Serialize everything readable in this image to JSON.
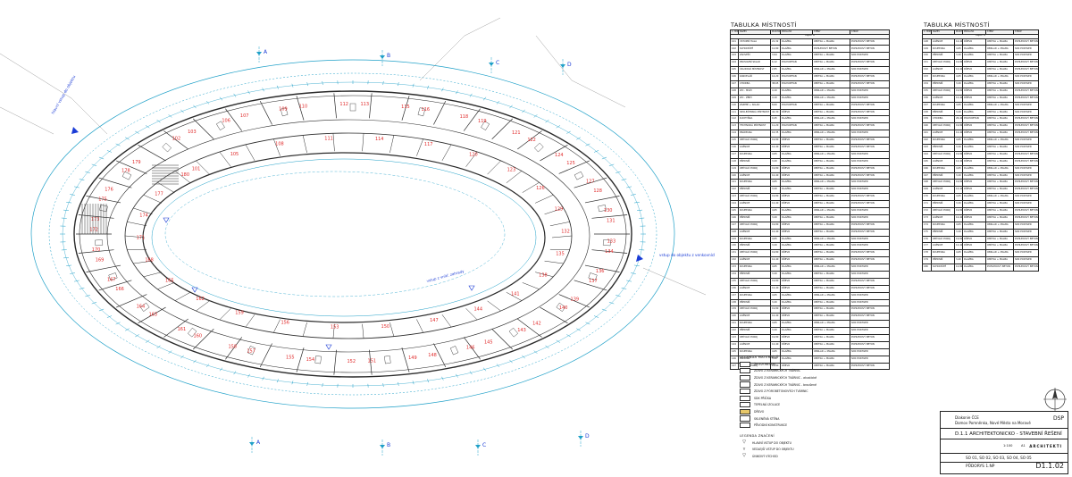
{
  "room_tables": [
    {
      "title": "TABULKA MÍSTNOSTÍ",
      "headers": [
        "Č. MÍSTN.",
        "NÁZEV",
        "PLOCHA",
        "PODLAHA",
        "STĚNY",
        "STROP"
      ],
      "section_label": "OBJEKT M",
      "rows": [
        [
          "101",
          "VSTUPNÍ HALA",
          "21,32",
          "DLAŽBA",
          "OMÍTKA + MALBA",
          "POHLEDOVÝ BETON"
        ],
        [
          "102",
          "SCHODIŠTĚ",
          "12,80",
          "DLAŽBA",
          "POHLEDOVÝ BETON",
          "POHLEDOVÝ BETON"
        ],
        [
          "103",
          "ZÁDVEŘÍ",
          "3,94",
          "DLAŽBA",
          "OMÍTKA + MALBA",
          "SDK PODHLED"
        ],
        [
          "104",
          "PROVOZNÍ SKLAD",
          "6,12",
          "POLYURETAN",
          "OMÍTKA + MALBA",
          "POHLEDOVÝ BETON"
        ],
        [
          "105",
          "ÚKLIDOVÁ MÍSTNOST",
          "2,85",
          "DLAŽBA",
          "OBKLAD + MALBA",
          "SDK PODHLED"
        ],
        [
          "106",
          "KANCELÁŘ",
          "14,20",
          "POLYURETAN",
          "OMÍTKA + MALBA",
          "POHLEDOVÝ BETON"
        ],
        [
          "107",
          "CHODBA",
          "38,65",
          "POLYURETAN",
          "OMÍTKA + MALBA",
          "POHLEDOVÝ BETON"
        ],
        [
          "108",
          "WC - MUŽI",
          "4,10",
          "DLAŽBA",
          "OBKLAD + MALBA",
          "SDK PODHLED"
        ],
        [
          "109",
          "WC - ŽENY",
          "4,10",
          "DLAŽBA",
          "OBKLAD + MALBA",
          "SDK PODHLED"
        ],
        [
          "110",
          "ZÁZEMÍ + SKLAD",
          "8,60",
          "POLYURETAN",
          "OMÍTKA + MALBA",
          "POHLEDOVÝ BETON"
        ],
        [
          "111",
          "SPOLEČENSKÁ MÍSTNOST",
          "42,30",
          "DŘEVO",
          "OMÍTKA + MALBA",
          "POHLEDOVÝ BETON"
        ],
        [
          "112",
          "KUCHYŇKA",
          "9,45",
          "DLAŽBA",
          "OBKLAD + MALBA",
          "SDK PODHLED"
        ],
        [
          "113",
          "TECHNICKÁ MÍSTNOST",
          "11,20",
          "POLYURETAN",
          "OMÍTKA + MALBA",
          "POHLEDOVÝ BETON"
        ],
        [
          "114",
          "PRÁDELNA",
          "10,35",
          "DLAŽBA",
          "OBKLAD + MALBA",
          "SDK PODHLED"
        ],
        [
          "115",
          "OBÝVACÍ POKOJ",
          "19,80",
          "DŘEVO",
          "OMÍTKA + MALBA",
          "POHLEDOVÝ BETON"
        ],
        [
          "116",
          "LOŽNICE",
          "12,40",
          "DŘEVO",
          "OMÍTKA + MALBA",
          "POHLEDOVÝ BETON"
        ],
        [
          "117",
          "KOUPELNA",
          "4,65",
          "DLAŽBA",
          "OBKLAD + MALBA",
          "SDK PODHLED"
        ],
        [
          "118",
          "PŘEDSÍŇ",
          "3,20",
          "DLAŽBA",
          "OMÍTKA + MALBA",
          "SDK PODHLED"
        ],
        [
          "119",
          "OBÝVACÍ POKOJ",
          "19,80",
          "DŘEVO",
          "OMÍTKA + MALBA",
          "POHLEDOVÝ BETON"
        ],
        [
          "120",
          "LOŽNICE",
          "12,40",
          "DŘEVO",
          "OMÍTKA + MALBA",
          "POHLEDOVÝ BETON"
        ],
        [
          "121",
          "KOUPELNA",
          "4,65",
          "DLAŽBA",
          "OBKLAD + MALBA",
          "SDK PODHLED"
        ],
        [
          "122",
          "PŘEDSÍŇ",
          "3,20",
          "DLAŽBA",
          "OMÍTKA + MALBA",
          "SDK PODHLED"
        ],
        [
          "123",
          "OBÝVACÍ POKOJ",
          "19,80",
          "DŘEVO",
          "OMÍTKA + MALBA",
          "POHLEDOVÝ BETON"
        ],
        [
          "124",
          "LOŽNICE",
          "12,40",
          "DŘEVO",
          "OMÍTKA + MALBA",
          "POHLEDOVÝ BETON"
        ],
        [
          "125",
          "KOUPELNA",
          "4,65",
          "DLAŽBA",
          "OBKLAD + MALBA",
          "SDK PODHLED"
        ],
        [
          "126",
          "PŘEDSÍŇ",
          "3,20",
          "DLAŽBA",
          "OMÍTKA + MALBA",
          "SDK PODHLED"
        ],
        [
          "127",
          "OBÝVACÍ POKOJ",
          "19,80",
          "DŘEVO",
          "OMÍTKA + MALBA",
          "POHLEDOVÝ BETON"
        ],
        [
          "128",
          "LOŽNICE",
          "12,40",
          "DŘEVO",
          "OMÍTKA + MALBA",
          "POHLEDOVÝ BETON"
        ],
        [
          "129",
          "KOUPELNA",
          "4,65",
          "DLAŽBA",
          "OBKLAD + MALBA",
          "SDK PODHLED"
        ],
        [
          "130",
          "PŘEDSÍŇ",
          "3,20",
          "DLAŽBA",
          "OMÍTKA + MALBA",
          "SDK PODHLED"
        ],
        [
          "131",
          "OBÝVACÍ POKOJ",
          "19,80",
          "DŘEVO",
          "OMÍTKA + MALBA",
          "POHLEDOVÝ BETON"
        ],
        [
          "132",
          "LOŽNICE",
          "12,40",
          "DŘEVO",
          "OMÍTKA + MALBA",
          "POHLEDOVÝ BETON"
        ],
        [
          "133",
          "KOUPELNA",
          "4,65",
          "DLAŽBA",
          "OBKLAD + MALBA",
          "SDK PODHLED"
        ],
        [
          "134",
          "PŘEDSÍŇ",
          "3,20",
          "DLAŽBA",
          "OMÍTKA + MALBA",
          "SDK PODHLED"
        ],
        [
          "135",
          "OBÝVACÍ POKOJ",
          "19,80",
          "DŘEVO",
          "OMÍTKA + MALBA",
          "POHLEDOVÝ BETON"
        ],
        [
          "136",
          "LOŽNICE",
          "12,40",
          "DŘEVO",
          "OMÍTKA + MALBA",
          "POHLEDOVÝ BETON"
        ],
        [
          "137",
          "KOUPELNA",
          "4,65",
          "DLAŽBA",
          "OBKLAD + MALBA",
          "SDK PODHLED"
        ],
        [
          "138",
          "PŘEDSÍŇ",
          "3,20",
          "DLAŽBA",
          "OMÍTKA + MALBA",
          "SDK PODHLED"
        ],
        [
          "139",
          "OBÝVACÍ POKOJ",
          "19,80",
          "DŘEVO",
          "OMÍTKA + MALBA",
          "POHLEDOVÝ BETON"
        ],
        [
          "140",
          "LOŽNICE",
          "12,40",
          "DŘEVO",
          "OMÍTKA + MALBA",
          "POHLEDOVÝ BETON"
        ],
        [
          "141",
          "KOUPELNA",
          "4,65",
          "DLAŽBA",
          "OBKLAD + MALBA",
          "SDK PODHLED"
        ],
        [
          "142",
          "PŘEDSÍŇ",
          "3,20",
          "DLAŽBA",
          "OMÍTKA + MALBA",
          "SDK PODHLED"
        ],
        [
          "143",
          "OBÝVACÍ POKOJ",
          "19,80",
          "DŘEVO",
          "OMÍTKA + MALBA",
          "POHLEDOVÝ BETON"
        ],
        [
          "144",
          "LOŽNICE",
          "12,40",
          "DŘEVO",
          "OMÍTKA + MALBA",
          "POHLEDOVÝ BETON"
        ],
        [
          "145",
          "KOUPELNA",
          "4,65",
          "DLAŽBA",
          "OBKLAD + MALBA",
          "SDK PODHLED"
        ],
        [
          "146",
          "PŘEDSÍŇ",
          "3,20",
          "DLAŽBA",
          "OMÍTKA + MALBA",
          "SDK PODHLED"
        ],
        [
          "147",
          "OBÝVACÍ POKOJ",
          "19,80",
          "DŘEVO",
          "OMÍTKA + MALBA",
          "POHLEDOVÝ BETON"
        ]
      ]
    },
    {
      "title": "TABULKA MÍSTNOSTÍ",
      "headers": [
        "Č. MÍSTN.",
        "NÁZEV",
        "PLOCHA",
        "PODLAHA",
        "STĚNY",
        "STROP"
      ],
      "section_label": "OBJEKT M",
      "rows": [
        [
          "148",
          "LOŽNICE",
          "12,40",
          "DŘEVO",
          "OMÍTKA + MALBA",
          "POHLEDOVÝ BETON"
        ],
        [
          "149",
          "KOUPELNA",
          "4,65",
          "DLAŽBA",
          "OBKLAD + MALBA",
          "SDK PODHLED"
        ],
        [
          "150",
          "PŘEDSÍŇ",
          "3,20",
          "DLAŽBA",
          "OMÍTKA + MALBA",
          "SDK PODHLED"
        ],
        [
          "151",
          "OBÝVACÍ POKOJ",
          "19,80",
          "DŘEVO",
          "OMÍTKA + MALBA",
          "POHLEDOVÝ BETON"
        ],
        [
          "152",
          "LOŽNICE",
          "12,40",
          "DŘEVO",
          "OMÍTKA + MALBA",
          "POHLEDOVÝ BETON"
        ],
        [
          "153",
          "KOUPELNA",
          "4,65",
          "DLAŽBA",
          "OBKLAD + MALBA",
          "SDK PODHLED"
        ],
        [
          "154",
          "PŘEDSÍŇ",
          "3,20",
          "DLAŽBA",
          "OMÍTKA + MALBA",
          "SDK PODHLED"
        ],
        [
          "155",
          "OBÝVACÍ POKOJ",
          "19,80",
          "DŘEVO",
          "OMÍTKA + MALBA",
          "POHLEDOVÝ BETON"
        ],
        [
          "156",
          "LOŽNICE",
          "12,40",
          "DŘEVO",
          "OMÍTKA + MALBA",
          "POHLEDOVÝ BETON"
        ],
        [
          "157",
          "KOUPELNA",
          "4,65",
          "DLAŽBA",
          "OBKLAD + MALBA",
          "SDK PODHLED"
        ],
        [
          "158",
          "PŘEDSÍŇ",
          "3,20",
          "DLAŽBA",
          "OMÍTKA + MALBA",
          "SDK PODHLED"
        ],
        [
          "159",
          "CHODBA",
          "26,40",
          "POLYURETAN",
          "OMÍTKA + MALBA",
          "POHLEDOVÝ BETON"
        ],
        [
          "160",
          "OBÝVACÍ POKOJ",
          "19,80",
          "DŘEVO",
          "OMÍTKA + MALBA",
          "POHLEDOVÝ BETON"
        ],
        [
          "161",
          "LOŽNICE",
          "12,40",
          "DŘEVO",
          "OMÍTKA + MALBA",
          "POHLEDOVÝ BETON"
        ],
        [
          "162",
          "KOUPELNA",
          "4,65",
          "DLAŽBA",
          "OBKLAD + MALBA",
          "SDK PODHLED"
        ],
        [
          "163",
          "PŘEDSÍŇ",
          "3,20",
          "DLAŽBA",
          "OMÍTKA + MALBA",
          "SDK PODHLED"
        ],
        [
          "164",
          "OBÝVACÍ POKOJ",
          "19,80",
          "DŘEVO",
          "OMÍTKA + MALBA",
          "POHLEDOVÝ BETON"
        ],
        [
          "165",
          "LOŽNICE",
          "12,40",
          "DŘEVO",
          "OMÍTKA + MALBA",
          "POHLEDOVÝ BETON"
        ],
        [
          "166",
          "KOUPELNA",
          "4,65",
          "DLAŽBA",
          "OBKLAD + MALBA",
          "SDK PODHLED"
        ],
        [
          "167",
          "PŘEDSÍŇ",
          "3,20",
          "DLAŽBA",
          "OMÍTKA + MALBA",
          "SDK PODHLED"
        ],
        [
          "168",
          "OBÝVACÍ POKOJ",
          "19,80",
          "DŘEVO",
          "OMÍTKA + MALBA",
          "POHLEDOVÝ BETON"
        ],
        [
          "169",
          "LOŽNICE",
          "12,40",
          "DŘEVO",
          "OMÍTKA + MALBA",
          "POHLEDOVÝ BETON"
        ],
        [
          "170",
          "KOUPELNA",
          "4,65",
          "DLAŽBA",
          "OBKLAD + MALBA",
          "SDK PODHLED"
        ],
        [
          "171",
          "PŘEDSÍŇ",
          "3,20",
          "DLAŽBA",
          "OMÍTKA + MALBA",
          "SDK PODHLED"
        ],
        [
          "172",
          "OBÝVACÍ POKOJ",
          "19,80",
          "DŘEVO",
          "OMÍTKA + MALBA",
          "POHLEDOVÝ BETON"
        ],
        [
          "173",
          "LOŽNICE",
          "12,40",
          "DŘEVO",
          "OMÍTKA + MALBA",
          "POHLEDOVÝ BETON"
        ],
        [
          "174",
          "KOUPELNA",
          "4,65",
          "DLAŽBA",
          "OBKLAD + MALBA",
          "SDK PODHLED"
        ],
        [
          "175",
          "PŘEDSÍŇ",
          "3,20",
          "DLAŽBA",
          "OMÍTKA + MALBA",
          "SDK PODHLED"
        ],
        [
          "176",
          "OBÝVACÍ POKOJ",
          "19,80",
          "DŘEVO",
          "OMÍTKA + MALBA",
          "POHLEDOVÝ BETON"
        ],
        [
          "177",
          "LOŽNICE",
          "12,40",
          "DŘEVO",
          "OMÍTKA + MALBA",
          "POHLEDOVÝ BETON"
        ],
        [
          "178",
          "KOUPELNA",
          "4,65",
          "DLAŽBA",
          "OBKLAD + MALBA",
          "SDK PODHLED"
        ],
        [
          "179",
          "PŘEDSÍŇ",
          "3,20",
          "DLAŽBA",
          "OMÍTKA + MALBA",
          "SDK PODHLED"
        ],
        [
          "180",
          "SCHODIŠTĚ",
          "12,80",
          "DLAŽBA",
          "POHLEDOVÝ BETON",
          "POHLEDOVÝ BETON"
        ]
      ]
    }
  ],
  "legend": {
    "materials_title": "LEGENDA MATERIÁLŮ",
    "materials": [
      {
        "label": "ŽELEZOBETON",
        "fill": "#ffffff"
      },
      {
        "label": "ZDIVO Z KERAMICKÝCH TVÁRNIC",
        "fill": "#ffffff"
      },
      {
        "label": "ZDIVO Z KERAMICKÝCH TVÁRNIC - akustické",
        "fill": "#ffffff"
      },
      {
        "label": "ZDIVO Z KERAMICKÝCH TVÁRNIC - broušené",
        "fill": "#ffffff"
      },
      {
        "label": "ZDIVO Z PÓROBETONOVÝCH TVÁRNIC",
        "fill": "#ffffff"
      },
      {
        "label": "SDK PŘÍČKA",
        "fill": "#ffffff"
      },
      {
        "label": "TEPELNÁ IZOLACE",
        "fill": "#ffffff"
      },
      {
        "label": "DŘEVO",
        "fill": "#e8c86a"
      },
      {
        "label": "SKLENĚNÁ STĚNA",
        "fill": "#ffffff"
      },
      {
        "label": "PŮVODNÍ KONSTRUKCE",
        "fill": "#ffffff"
      }
    ],
    "symbols_title": "LEGENDA ZNAČENÍ",
    "symbols": [
      {
        "label": "HLAVNÍ VSTUP DO OBJEKTU",
        "icon": "triangle-down-icon",
        "glyph": "▽"
      },
      {
        "label": "VEDLEJŠÍ VSTUP DO OBJEKTU",
        "icon": "triangle-marker-icon",
        "glyph": "▿"
      },
      {
        "label": "ÚNIKOVÝ VÝCHOD",
        "icon": "triangle-outline-icon",
        "glyph": "▽"
      }
    ]
  },
  "title_block": {
    "investor": "Diakonie ČCE",
    "project": "Domov Pomněnka, Nové Město na Moravě",
    "stage": "DSP",
    "drawing_title": "D.1.1 ARCHITEKTONICKO - STAVEBNÍ ŘEŠENÍ",
    "objects": "SO 01, SO 02, SO 03, SO 04, SO 05",
    "sheet_name": "PŮDORYS 1.NP",
    "sheet_number": "D1.1.02",
    "firm": "ARCHITEKTI",
    "scale": "1:100",
    "format": "A1"
  },
  "plan": {
    "section_markers": [
      "A",
      "B",
      "C",
      "D",
      "A",
      "B",
      "C",
      "D"
    ],
    "annotations": [
      "hlavní vstup do objektu",
      "vstup do objektu z venkovních vegetačních ploch",
      "vstup z vnitř. zahrady"
    ],
    "line_color": "#1fa0c8",
    "wall_color": "#2a2a2a",
    "room_number_color": "#e02a2a",
    "note_color": "#1b3cd6"
  },
  "rooms_plan": [
    "101",
    "102",
    "103",
    "105",
    "106",
    "107",
    "108",
    "109",
    "110",
    "111",
    "112",
    "113",
    "114",
    "115",
    "116",
    "117",
    "118",
    "119",
    "120",
    "121",
    "122",
    "123",
    "124",
    "125",
    "126",
    "127",
    "128",
    "129",
    "130",
    "131",
    "132",
    "133",
    "134",
    "135",
    "136",
    "137",
    "138",
    "139",
    "140",
    "141",
    "142",
    "143",
    "144",
    "145",
    "146",
    "147",
    "148",
    "149",
    "150",
    "151",
    "152",
    "153",
    "154",
    "155",
    "156",
    "157",
    "158",
    "159",
    "160",
    "161",
    "162",
    "163",
    "164",
    "165",
    "166",
    "167",
    "168",
    "169",
    "170",
    "171",
    "172",
    "173",
    "174",
    "175",
    "176",
    "177",
    "178",
    "179",
    "180"
  ]
}
